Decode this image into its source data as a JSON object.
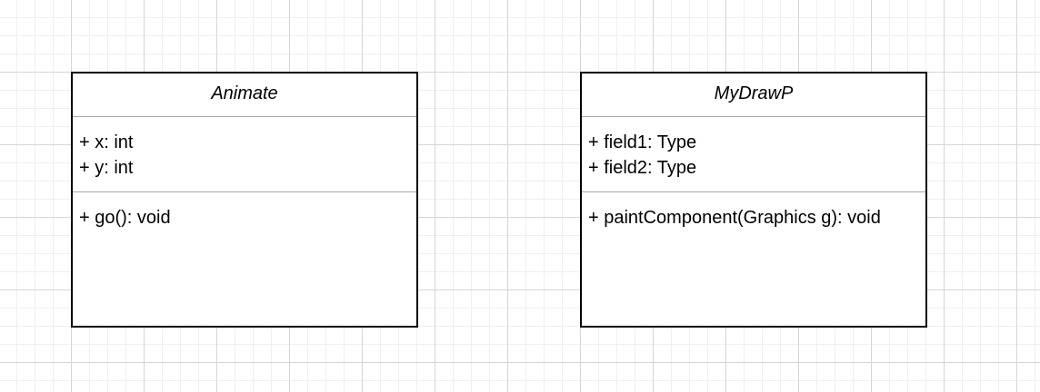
{
  "diagram": {
    "classes": [
      {
        "name": "Animate",
        "attributes": [
          "+ x: int",
          "+ y: int"
        ],
        "operations": [
          "+ go(): void"
        ]
      },
      {
        "name": "MyDrawP",
        "attributes": [
          "+ field1: Type",
          "+ field2: Type"
        ],
        "operations": [
          "+ paintComponent(Graphics g): void"
        ]
      }
    ]
  }
}
